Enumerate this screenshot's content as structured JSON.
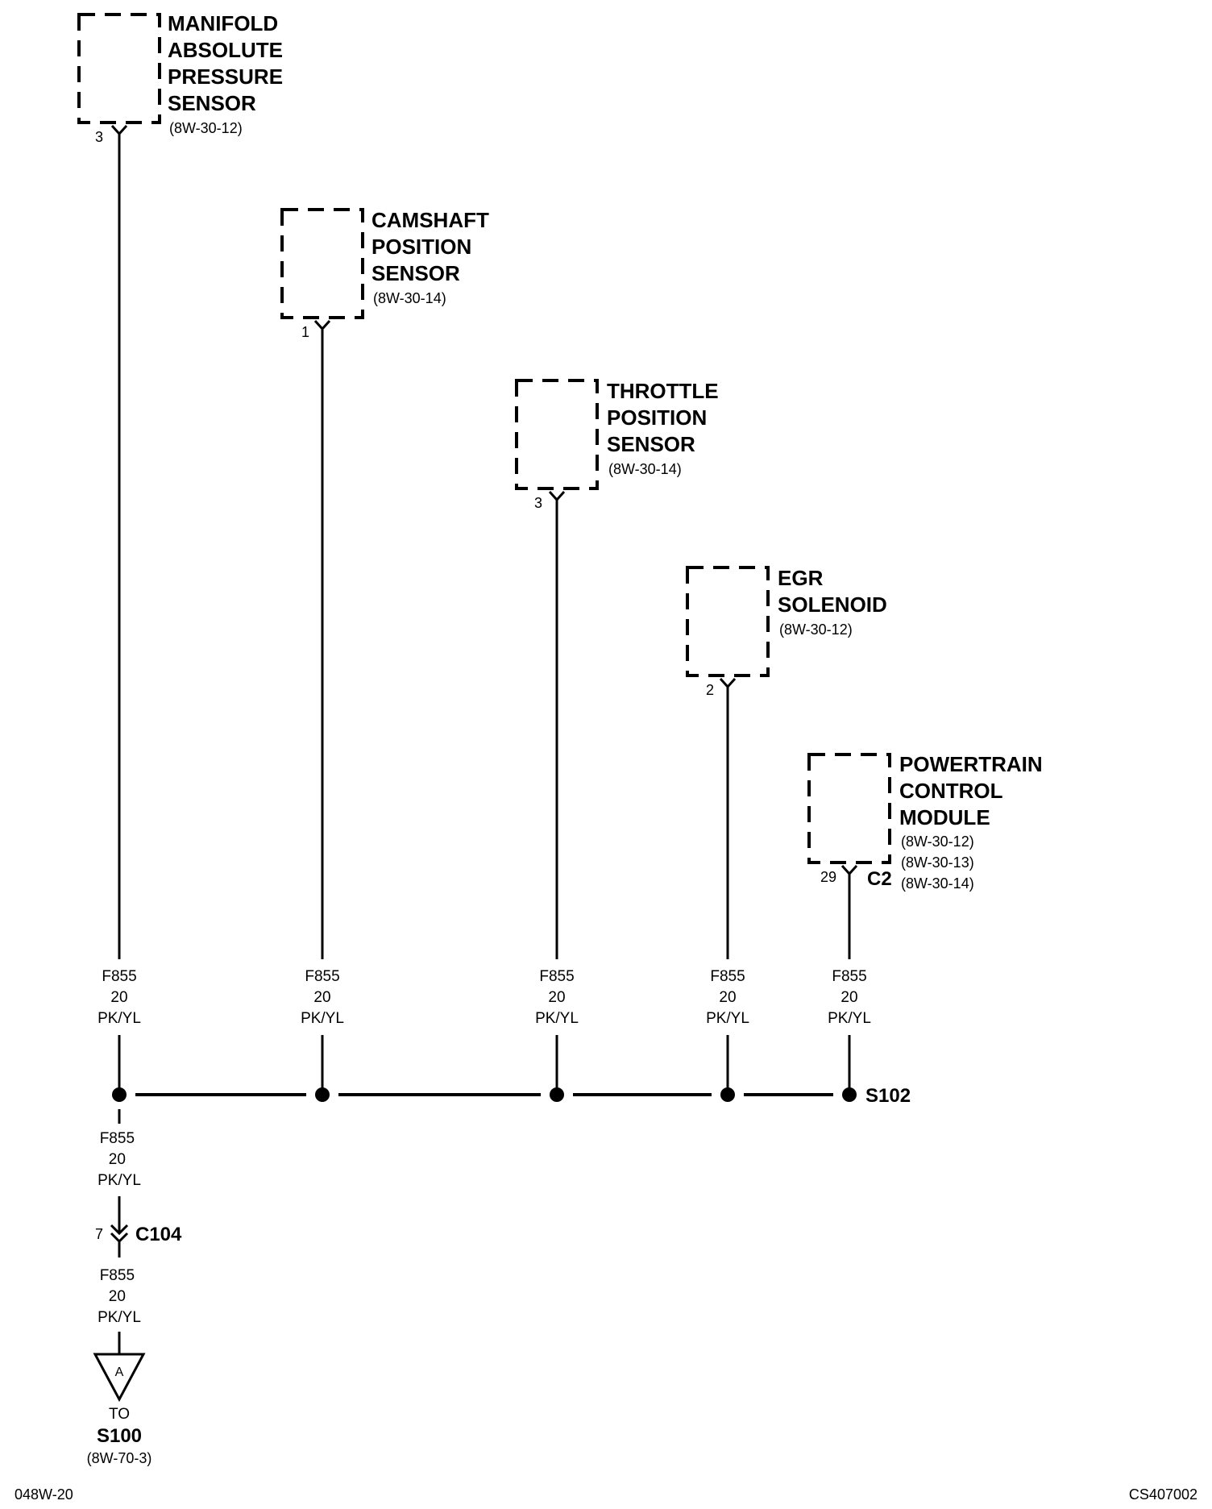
{
  "components": [
    {
      "id": "map",
      "name_lines": [
        "MANIFOLD",
        "ABSOLUTE",
        "PRESSURE",
        "SENSOR"
      ],
      "refs": [
        "(8W-30-12)"
      ],
      "pin": "3"
    },
    {
      "id": "cmp",
      "name_lines": [
        "CAMSHAFT",
        "POSITION",
        "SENSOR"
      ],
      "refs": [
        "(8W-30-14)"
      ],
      "pin": "1"
    },
    {
      "id": "tps",
      "name_lines": [
        "THROTTLE",
        "POSITION",
        "SENSOR"
      ],
      "refs": [
        "(8W-30-14)"
      ],
      "pin": "3"
    },
    {
      "id": "egr",
      "name_lines": [
        "EGR",
        "SOLENOID"
      ],
      "refs": [
        "(8W-30-12)"
      ],
      "pin": "2"
    },
    {
      "id": "pcm",
      "name_lines": [
        "POWERTRAIN",
        "CONTROL",
        "MODULE"
      ],
      "refs": [
        "(8W-30-12)",
        "(8W-30-13)",
        "(8W-30-14)"
      ],
      "pin": "29",
      "connector": "C2"
    }
  ],
  "wire": {
    "circuit": "F855",
    "gauge": "20",
    "color": "PK/YL"
  },
  "splice": "S102",
  "inline_connector": {
    "pin": "7",
    "name": "C104"
  },
  "offpage": {
    "letter": "A",
    "to": "TO",
    "dest": "S100",
    "ref": "(8W-70-3)"
  },
  "footer": {
    "left": "048W-20",
    "right": "CS407002"
  }
}
